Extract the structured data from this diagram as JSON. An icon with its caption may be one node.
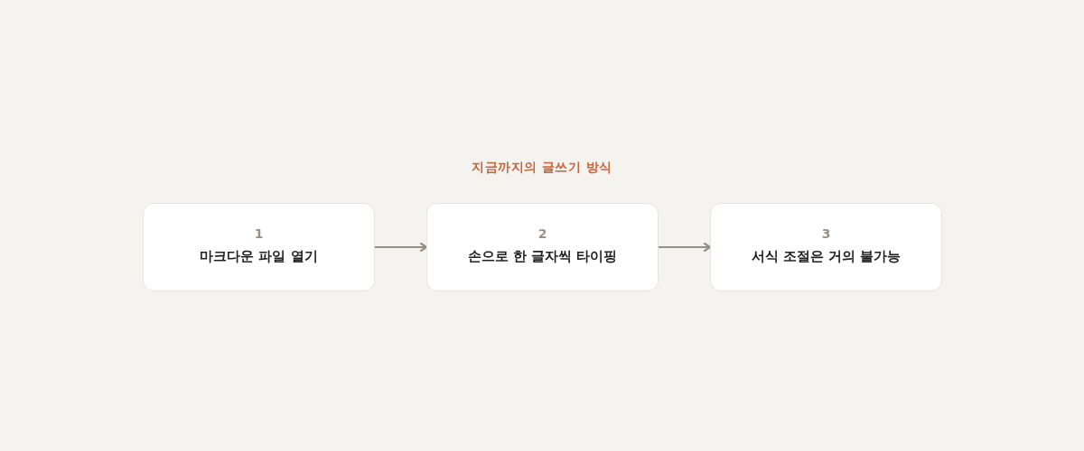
{
  "diagram": {
    "title": "지금까지의 글쓰기 방식",
    "nodes": [
      {
        "text": [
          "1",
          "마크다운 파일 열기"
        ]
      },
      {
        "text": [
          "2",
          "손으로 한 글자씩 타이핑"
        ]
      },
      {
        "text": [
          "3",
          "서식 조절은 거의 불가능"
        ]
      }
    ],
    "edges": [
      {
        "from": 0,
        "to": 1,
        "arrow": "to"
      },
      {
        "from": 1,
        "to": 2,
        "arrow": "to"
      }
    ]
  }
}
